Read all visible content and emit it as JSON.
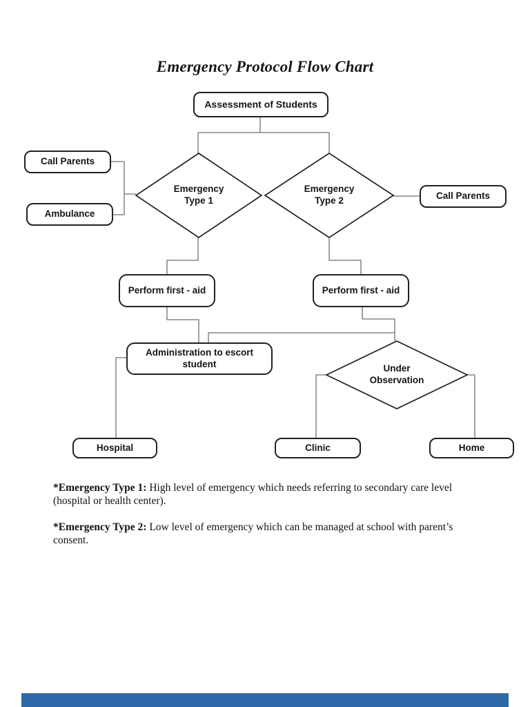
{
  "page": {
    "title": "Emergency Protocol Flow Chart"
  },
  "flowchart": {
    "nodes": {
      "assessment": "Assessment of Students",
      "call_parents_left": "Call Parents",
      "ambulance": "Ambulance",
      "emergency_type_1": "Emergency Type 1",
      "emergency_type_2": "Emergency Type 2",
      "call_parents_right": "Call Parents",
      "perform_first_aid_left": "Perform first - aid",
      "perform_first_aid_right": "Perform first - aid",
      "administration": "Administration to escort student",
      "under_observation": "Under Observation",
      "hospital": "Hospital",
      "clinic": "Clinic",
      "home": "Home"
    },
    "edges": [
      {
        "from": "assessment",
        "to": "emergency_type_1"
      },
      {
        "from": "assessment",
        "to": "emergency_type_2"
      },
      {
        "from": "emergency_type_1",
        "to": "call_parents_left"
      },
      {
        "from": "emergency_type_1",
        "to": "ambulance"
      },
      {
        "from": "emergency_type_2",
        "to": "call_parents_right"
      },
      {
        "from": "emergency_type_1",
        "to": "perform_first_aid_left"
      },
      {
        "from": "emergency_type_2",
        "to": "perform_first_aid_right"
      },
      {
        "from": "perform_first_aid_left",
        "to": "administration"
      },
      {
        "from": "perform_first_aid_right",
        "to": "administration"
      },
      {
        "from": "perform_first_aid_right",
        "to": "under_observation"
      },
      {
        "from": "administration",
        "to": "hospital"
      },
      {
        "from": "under_observation",
        "to": "clinic"
      },
      {
        "from": "under_observation",
        "to": "home"
      }
    ]
  },
  "notes": [
    {
      "prefix": "*Emergency Type 1:",
      "text": " High level of emergency which needs referring to secondary care level (hospital or health center)."
    },
    {
      "prefix": "*Emergency Type 2:",
      "text": " Low level of emergency which can be managed at school with parent’s consent."
    }
  ],
  "colors": {
    "outline": "#202020",
    "connector": "#6f6f6f",
    "footer_bar": "#2e68a8",
    "background": "#ffffff"
  }
}
